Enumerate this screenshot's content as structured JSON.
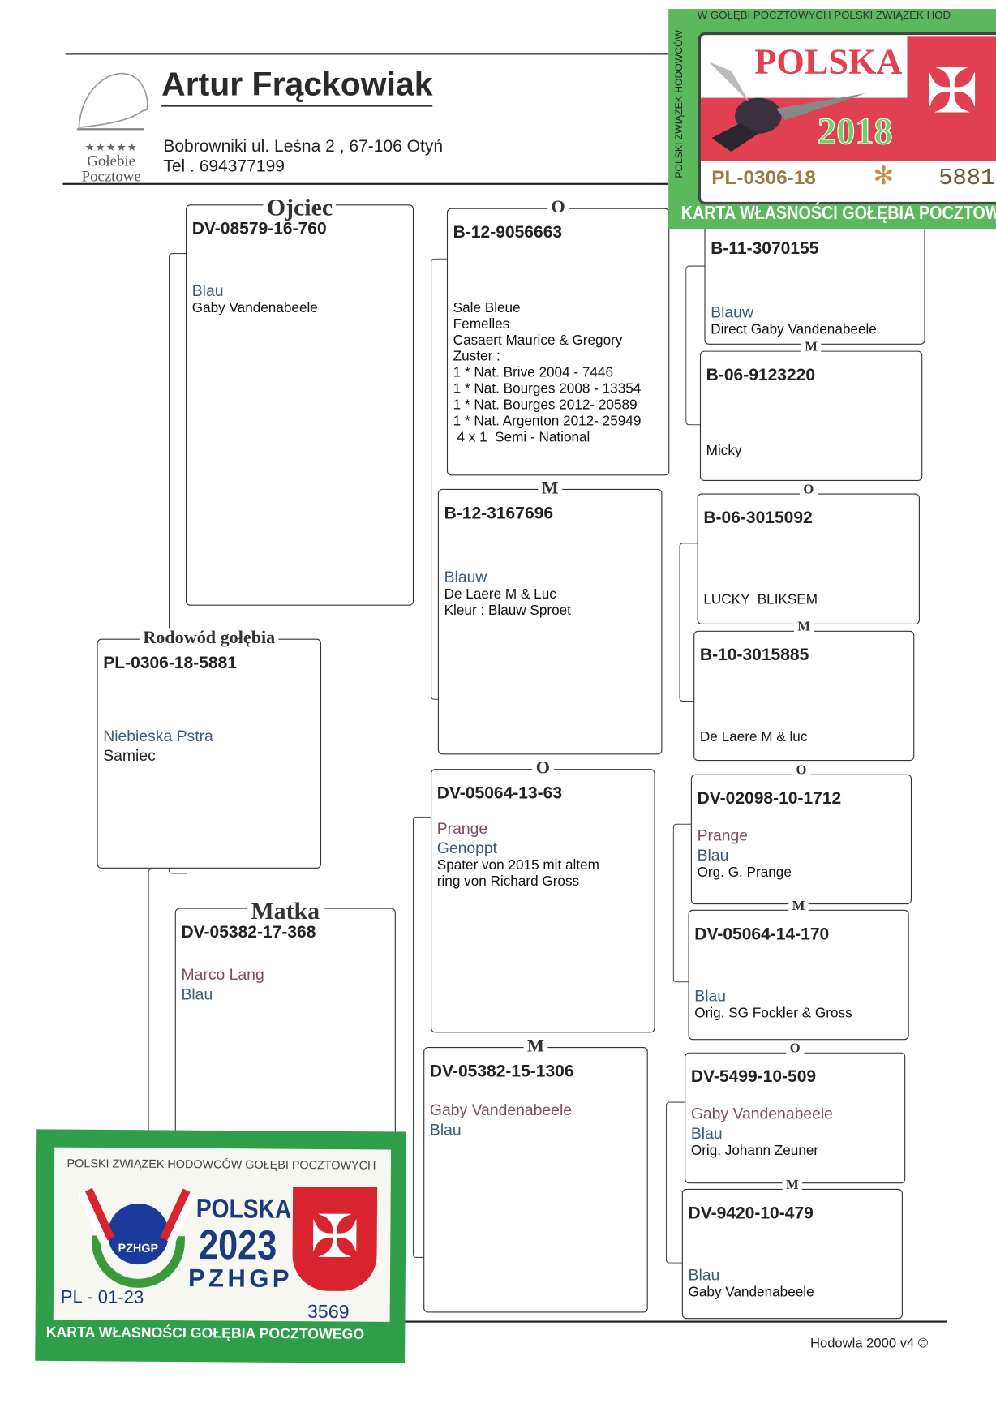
{
  "header": {
    "owner_name": "Artur Frąckowiak",
    "address": "Bobrowniki ul. Leśna 2 , 67-106 Otyń",
    "phone": "Tel . 694377199",
    "logo_text_1": "Gołebie",
    "logo_text_2": "Pocztowe"
  },
  "pigeon": {
    "title": "Rodowód gołębia",
    "id": "PL-0306-18-5881",
    "lines": [
      {
        "t": "Niebieska Pstra",
        "s": "c"
      },
      {
        "t": "Samiec",
        "s": "c2"
      }
    ]
  },
  "father": {
    "title": "Ojciec",
    "id": "DV-08579-16-760",
    "lines": [
      {
        "t": "Blau",
        "s": "c"
      },
      {
        "t": "Gaby Vandenabeele",
        "s": "l"
      }
    ]
  },
  "mother": {
    "title": "Matka",
    "id": "DV-05382-17-368",
    "lines": [
      {
        "t": "Marco Lang",
        "s": "p"
      },
      {
        "t": "Blau",
        "s": "c"
      }
    ]
  },
  "grandparents": [
    {
      "title": "O",
      "id": "B-12-9056663",
      "lines": [
        {
          "t": "Sale Bleue",
          "s": "l"
        },
        {
          "t": "Femelles",
          "s": "l"
        },
        {
          "t": "Casaert Maurice & Gregory",
          "s": "l"
        },
        {
          "t": "Zuster :",
          "s": "l"
        },
        {
          "t": "1 * Nat. Brive 2004 - 7446",
          "s": "l"
        },
        {
          "t": "1 * Nat. Bourges 2008 - 13354",
          "s": "l"
        },
        {
          "t": "1 * Nat. Bourges 2012- 20589",
          "s": "l"
        },
        {
          "t": "1 * Nat. Argenton 2012- 25949",
          "s": "l"
        },
        {
          "t": " 4 x 1  Semi - National",
          "s": "l"
        }
      ]
    },
    {
      "title": "M",
      "id": "B-12-3167696",
      "lines": [
        {
          "t": "Blauw",
          "s": "c"
        },
        {
          "t": "De Laere M & Luc",
          "s": "l"
        },
        {
          "t": "Kleur : Blauw Sproet",
          "s": "l"
        }
      ]
    },
    {
      "title": "O",
      "id": "DV-05064-13-63",
      "lines": [
        {
          "t": "Prange",
          "s": "p"
        },
        {
          "t": "Genoppt",
          "s": "c"
        },
        {
          "t": "Spater von 2015 mit altem",
          "s": "l"
        },
        {
          "t": "ring von Richard Gross",
          "s": "l"
        }
      ]
    },
    {
      "title": "M",
      "id": "DV-05382-15-1306",
      "lines": [
        {
          "t": "Gaby Vandenabeele",
          "s": "p"
        },
        {
          "t": "Blau",
          "s": "c"
        }
      ]
    }
  ],
  "great_grandparents": [
    {
      "title": "",
      "id": "B-11-3070155",
      "lines": [
        {
          "t": "Blauw",
          "s": "c"
        },
        {
          "t": "Direct Gaby Vandenabeele",
          "s": "l"
        }
      ]
    },
    {
      "title": "M",
      "id": "B-06-9123220",
      "lines": [
        {
          "t": "Micky",
          "s": "l"
        }
      ]
    },
    {
      "title": "O",
      "id": "B-06-3015092",
      "lines": [
        {
          "t": "LUCKY  BLIKSEM",
          "s": "l"
        }
      ]
    },
    {
      "title": "M",
      "id": "B-10-3015885",
      "lines": [
        {
          "t": "De Laere M & luc",
          "s": "l"
        }
      ]
    },
    {
      "title": "O",
      "id": "DV-02098-10-1712",
      "lines": [
        {
          "t": "Prange",
          "s": "p"
        },
        {
          "t": "Blau",
          "s": "c"
        },
        {
          "t": "Org. G. Prange",
          "s": "l"
        }
      ]
    },
    {
      "title": "M",
      "id": "DV-05064-14-170",
      "lines": [
        {
          "t": "Blau",
          "s": "c"
        },
        {
          "t": "Orig. SG Fockler & Gross",
          "s": "l"
        }
      ]
    },
    {
      "title": "O",
      "id": "DV-5499-10-509",
      "lines": [
        {
          "t": "Gaby Vandenabeele",
          "s": "p"
        },
        {
          "t": "Blau",
          "s": "c"
        },
        {
          "t": "Orig. Johann Zeuner",
          "s": "l"
        }
      ]
    },
    {
      "title": "M",
      "id": "DV-9420-10-479",
      "lines": [
        {
          "t": "Blau",
          "s": "c"
        },
        {
          "t": "Gaby Vandenabeele",
          "s": "l"
        }
      ]
    }
  ],
  "footer": {
    "software": "Hodowla 2000 v4 ©"
  },
  "stamp_2018": {
    "org_top": "W GOŁĘBI POCZTOWYCH   POLSKI ZWIĄZEK HOD",
    "org_side": "POLSKI ZWIĄZEK HODOWCÓW",
    "country": "POLSKA",
    "year": "2018",
    "ring_prefix": "PL-0306-18",
    "ring_number": "5881",
    "bottom": "KARTA WŁASNOŚCI GOŁĘBIA POCZTOW",
    "colors": {
      "green": "#5cb85c",
      "red": "#e0404f"
    }
  },
  "stamp_2023": {
    "org": "POLSKI ZWIĄZEK HODOWCÓW GOŁĘBI POCZTOWYCH",
    "logo_text": "PZHGP",
    "country": "POLSKA",
    "year": "2023",
    "union": "PZHGP",
    "ring_prefix": "PL - 01-23",
    "ring_number": "3569",
    "bottom": "KARTA  WŁASNOŚCI GOŁĘBIA POCZTOWEGO",
    "colors": {
      "green": "#2e9e48",
      "blue": "#1b3a7a",
      "red": "#d9232e"
    }
  }
}
